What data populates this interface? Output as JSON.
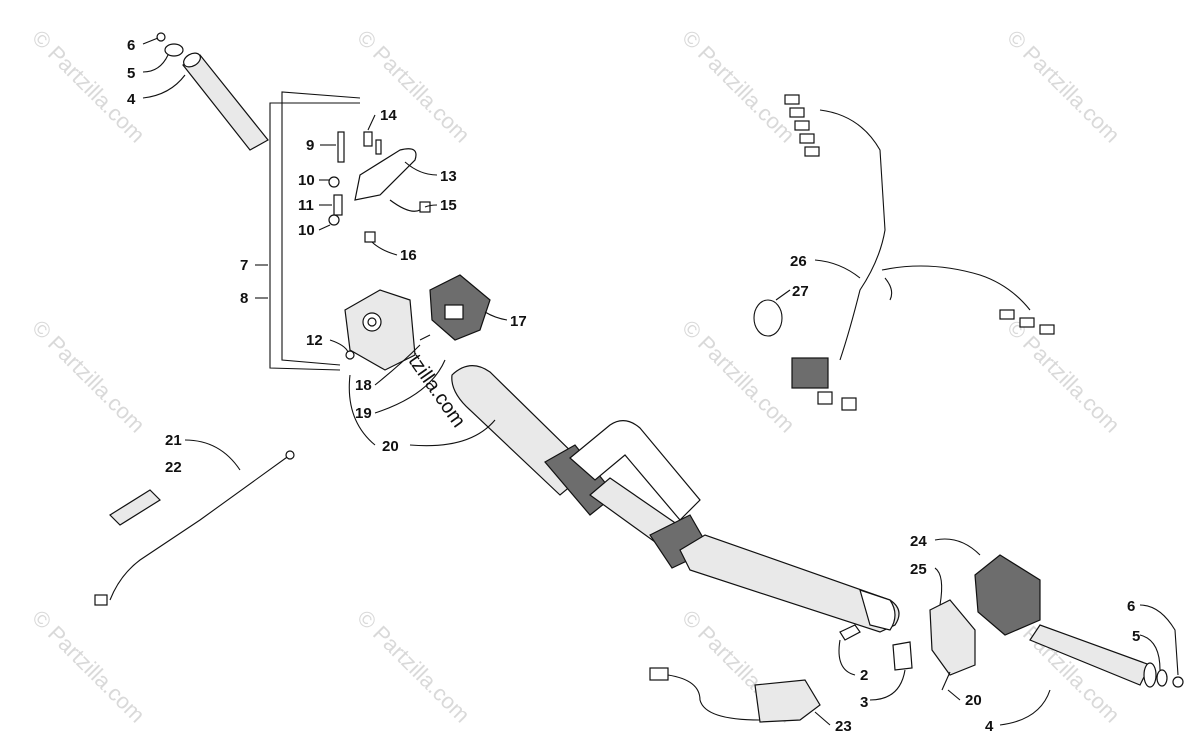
{
  "watermark": {
    "text": "© Partzilla.com",
    "center_text": "Partzilla.com"
  },
  "callouts": {
    "c1": "6",
    "c2": "5",
    "c3": "4",
    "c4": "14",
    "c5": "9",
    "c6": "13",
    "c7": "10",
    "c8": "11",
    "c9": "15",
    "c10": "10",
    "c11": "16",
    "c12": "7",
    "c13": "8",
    "c14": "17",
    "c15": "12",
    "c16": "18",
    "c17": "19",
    "c18": "20",
    "c19": "21",
    "c20": "22",
    "c21": "26",
    "c22": "27",
    "c23": "24",
    "c24": "25",
    "c25": "6",
    "c26": "5",
    "c27": "2",
    "c28": "20",
    "c29": "3",
    "c30": "23",
    "c31": "4"
  }
}
